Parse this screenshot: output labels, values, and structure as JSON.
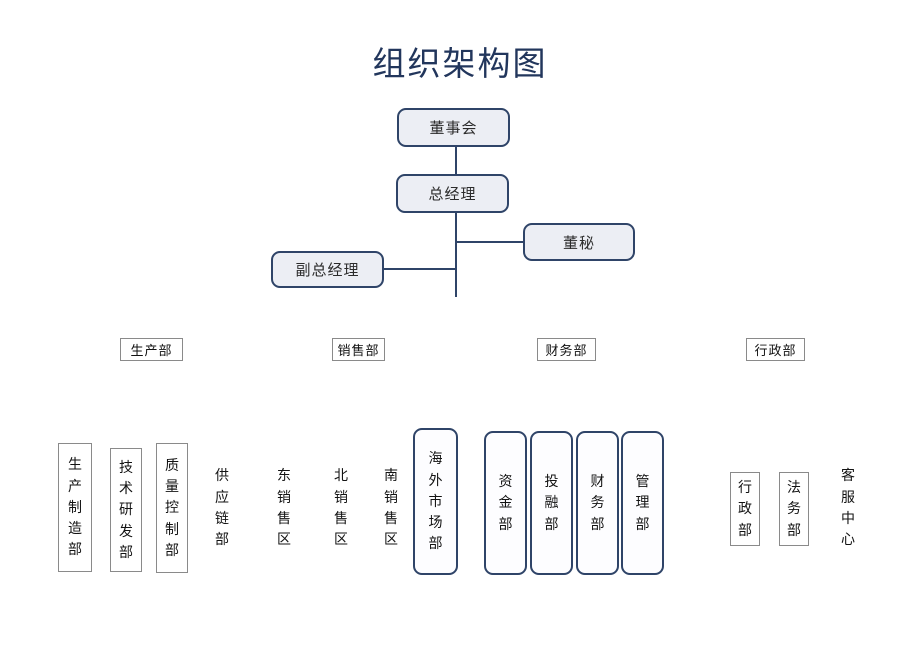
{
  "title": "组织架构图",
  "colors": {
    "title": "#22365c",
    "node_border": "#2f4468",
    "node_fill": "#eceef4",
    "thin_border": "#8a8a8a",
    "background": "#ffffff",
    "text": "#131313"
  },
  "top_nodes": [
    {
      "id": "board",
      "label": "董事会"
    },
    {
      "id": "gm",
      "label": "总经理"
    },
    {
      "id": "secretary",
      "label": "董秘"
    },
    {
      "id": "deputy-gm",
      "label": "副总经理"
    }
  ],
  "department_headers": [
    {
      "id": "production",
      "label": "生产部"
    },
    {
      "id": "sales",
      "label": "销售部"
    },
    {
      "id": "finance",
      "label": "财务部"
    },
    {
      "id": "administration",
      "label": "行政部"
    }
  ],
  "leaves": [
    {
      "id": "manufacturing",
      "label": "生产制造部",
      "group": "production",
      "style": "thin"
    },
    {
      "id": "rnd",
      "label": "技术研发部",
      "group": "production",
      "style": "thin"
    },
    {
      "id": "quality",
      "label": "质量控制部",
      "group": "production",
      "style": "thin"
    },
    {
      "id": "supply-chain",
      "label": "供应链部",
      "group": "production",
      "style": "none"
    },
    {
      "id": "east-sales",
      "label": "东销售区",
      "group": "sales",
      "style": "none"
    },
    {
      "id": "north-sales",
      "label": "北销售区",
      "group": "sales",
      "style": "none"
    },
    {
      "id": "south-sales",
      "label": "南销售区",
      "group": "sales",
      "style": "none"
    },
    {
      "id": "overseas",
      "label": "海外市场部",
      "group": "sales",
      "style": "navy"
    },
    {
      "id": "capital",
      "label": "资金部",
      "group": "finance",
      "style": "navy"
    },
    {
      "id": "investment",
      "label": "投融部",
      "group": "finance",
      "style": "navy"
    },
    {
      "id": "accounting",
      "label": "财务部",
      "group": "finance",
      "style": "navy"
    },
    {
      "id": "management",
      "label": "管理部",
      "group": "finance",
      "style": "navy"
    },
    {
      "id": "admin-office",
      "label": "行政部",
      "group": "administration",
      "style": "thin"
    },
    {
      "id": "legal",
      "label": "法务部",
      "group": "administration",
      "style": "thin"
    },
    {
      "id": "customer-care",
      "label": "客服中心",
      "group": "administration",
      "style": "none"
    }
  ]
}
